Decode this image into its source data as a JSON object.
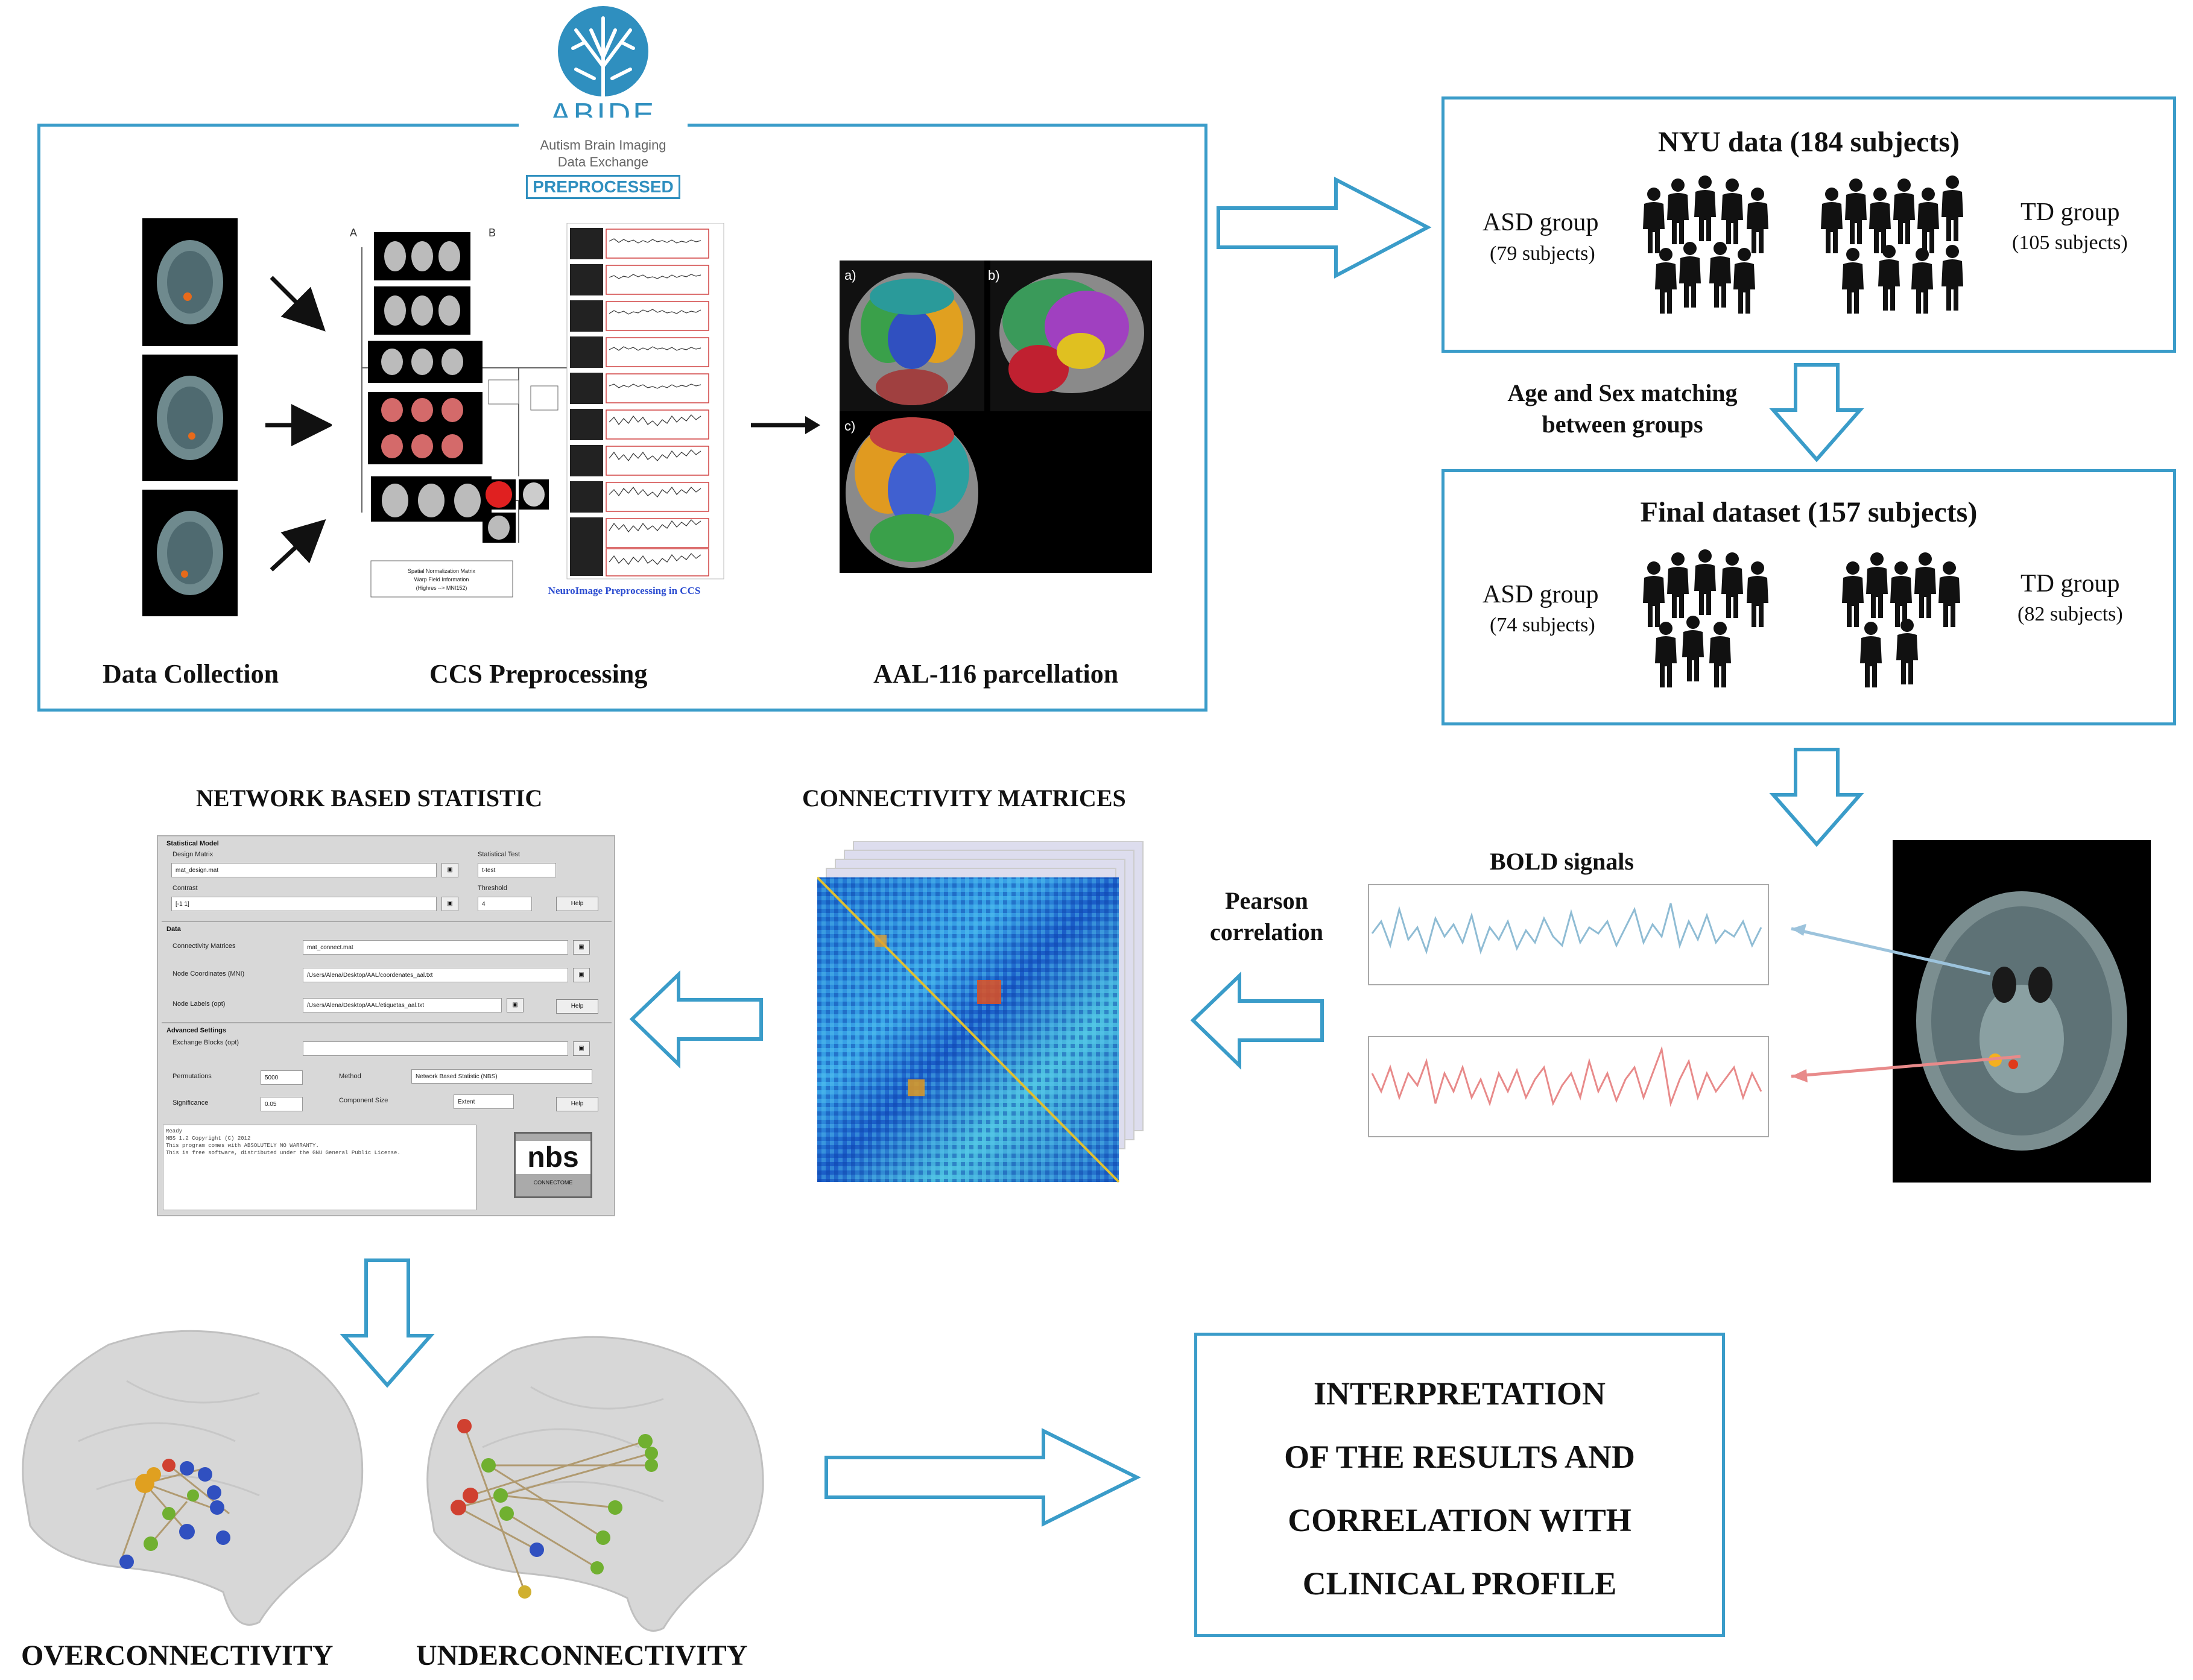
{
  "abide": {
    "name": "ABIDE",
    "subtitle_line1": "Autism Brain Imaging",
    "subtitle_line2": "Data Exchange",
    "badge": "PREPROCESSED"
  },
  "pipeline": {
    "data_collection": "Data Collection",
    "ccs_preprocessing": "CCS Preprocessing",
    "aal_parcellation": "AAL-116 parcellation",
    "ccs_caption": "NeuroImage Preprocessing in CCS",
    "ccs_box_lines": [
      "Spatial Normalization Matrix",
      "Warp Field Information",
      "(Highres --> MNI152)"
    ],
    "aal_panel_labels": [
      "a)",
      "b)",
      "c)"
    ]
  },
  "nyu": {
    "title": "NYU data (184 subjects)",
    "asd_label": "ASD group",
    "asd_count": "(79 subjects)",
    "td_label": "TD group",
    "td_count": "(105 subjects)"
  },
  "matching": {
    "line1": "Age and Sex matching",
    "line2": "between groups"
  },
  "final": {
    "title": "Final dataset (157 subjects)",
    "asd_label": "ASD group",
    "asd_count": "(74 subjects)",
    "td_label": "TD group",
    "td_count": "(82 subjects)"
  },
  "bold_signals": "BOLD signals",
  "pearson": {
    "line1": "Pearson",
    "line2": "correlation"
  },
  "connectivity_title": "CONNECTIVITY MATRICES",
  "nbs_title": "NETWORK BASED STATISTIC",
  "nbs_panel": {
    "statistical_model": "Statistical Model",
    "design_matrix_label": "Design Matrix",
    "design_matrix_value": "mat_design.mat",
    "statistical_test_label": "Statistical Test",
    "statistical_test_value": "t-test",
    "contrast_label": "Contrast",
    "contrast_value": "[-1 1]",
    "threshold_label": "Threshold",
    "threshold_value": "4",
    "help": "Help",
    "data": "Data",
    "conn_matrices_label": "Connectivity Matrices",
    "conn_matrices_value": "mat_connect.mat",
    "node_coords_label": "Node Coordinates (MNI)",
    "node_coords_value": "/Users/Alena/Desktop/AAL/coordenates_aal.txt",
    "node_labels_label": "Node Labels (opt)",
    "node_labels_value": "/Users/Alena/Desktop/AAL/etiquetas_aal.txt",
    "advanced": "Advanced Settings",
    "exchange_label": "Exchange Blocks (opt)",
    "permutations_label": "Permutations",
    "permutations_value": "5000",
    "method_label": "Method",
    "method_value": "Network Based Statistic (NBS)",
    "significance_label": "Significance",
    "significance_value": "0.05",
    "component_label": "Component Size",
    "component_value": "Extent",
    "log_line1": "Ready",
    "log_line2": "NBS 1.2 Copyright (C) 2012",
    "log_line3": "This program comes with ABSOLUTELY NO WARRANTY.",
    "log_line4": "This is free software, distributed under the GNU General Public License.",
    "logo": "nbs",
    "logo_sub": "CONNECTOME"
  },
  "over_label": "OVERCONNECTIVITY",
  "under_label": "UNDERCONNECTIVITY",
  "interpretation": {
    "line1": "INTERPRETATION",
    "line2": "OF THE RESULTS AND",
    "line3": "CORRELATION WITH",
    "line4": "CLINICAL PROFILE"
  },
  "colors": {
    "accent_blue": "#3a9cc9",
    "signal_blue": "#8fbcd4",
    "signal_red": "#e88a8a"
  }
}
